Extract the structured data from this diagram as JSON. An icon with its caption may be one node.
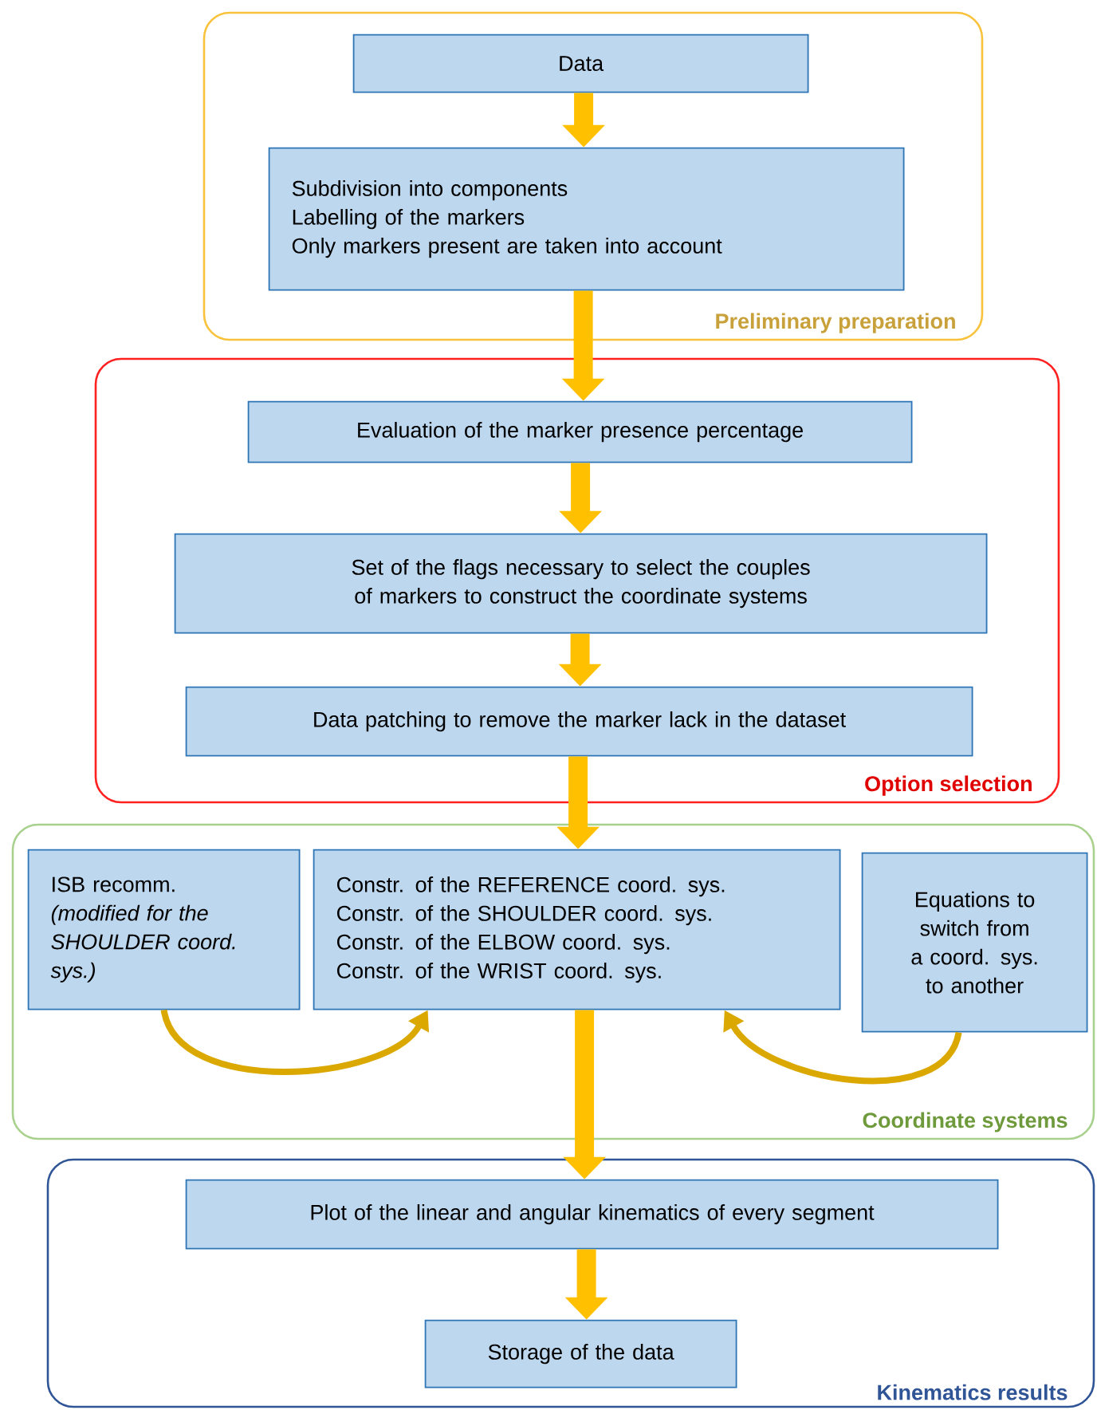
{
  "diagram": {
    "nodes": [
      {
        "text": [
          "Preliminary preparation"
        ]
      },
      {
        "text": [
          "Data"
        ],
        "in": 0
      },
      {
        "text": [
          "Subdivision into components",
          "Labelling of the markers",
          "Only markers present are taken into account"
        ],
        "in": 0
      },
      {
        "text": [
          "Option selection"
        ]
      },
      {
        "text": [
          "Evaluation of the marker presence percentage"
        ],
        "in": 3
      },
      {
        "text": [
          "Set of the flags necessary to select the couples of markers to construct the coordinate systems"
        ],
        "in": 3
      },
      {
        "text": [
          "Data patching to remove the marker lack in the dataset"
        ],
        "in": 3
      },
      {
        "text": [
          "Coordinate systems"
        ]
      },
      {
        "text": [
          "ISB recomm.",
          "(modified for the SHOULDER coord. sys.)"
        ],
        "in": 7
      },
      {
        "text": [
          "Constr. of the REFERENCE coord. sys.",
          "Constr. of the SHOULDER coord. sys.",
          "Constr. of the ELBOW coord. sys.",
          "Constr. of the WRIST coord. sys."
        ],
        "in": 7
      },
      {
        "text": [
          "Equations to switch from a coord. sys. to another"
        ],
        "in": 7
      },
      {
        "text": [
          "Kinematics results"
        ]
      },
      {
        "text": [
          "Plot of the linear and angular kinematics of every segment"
        ],
        "in": 11
      },
      {
        "text": [
          "Storage of the data"
        ],
        "in": 11
      }
    ],
    "edges": [
      {
        "from": 1,
        "to": 2,
        "arrow": "to"
      },
      {
        "from": 2,
        "to": 4,
        "arrow": "to"
      },
      {
        "from": 4,
        "to": 5,
        "arrow": "to"
      },
      {
        "from": 5,
        "to": 6,
        "arrow": "to"
      },
      {
        "from": 6,
        "to": 9,
        "arrow": "to"
      },
      {
        "from": 8,
        "to": 9,
        "arrow": "to",
        "color": "#dba800"
      },
      {
        "from": 10,
        "to": 9,
        "arrow": "to",
        "color": "#dba800"
      },
      {
        "from": 9,
        "to": 12,
        "arrow": "to"
      },
      {
        "from": 12,
        "to": 13,
        "arrow": "to"
      }
    ]
  }
}
